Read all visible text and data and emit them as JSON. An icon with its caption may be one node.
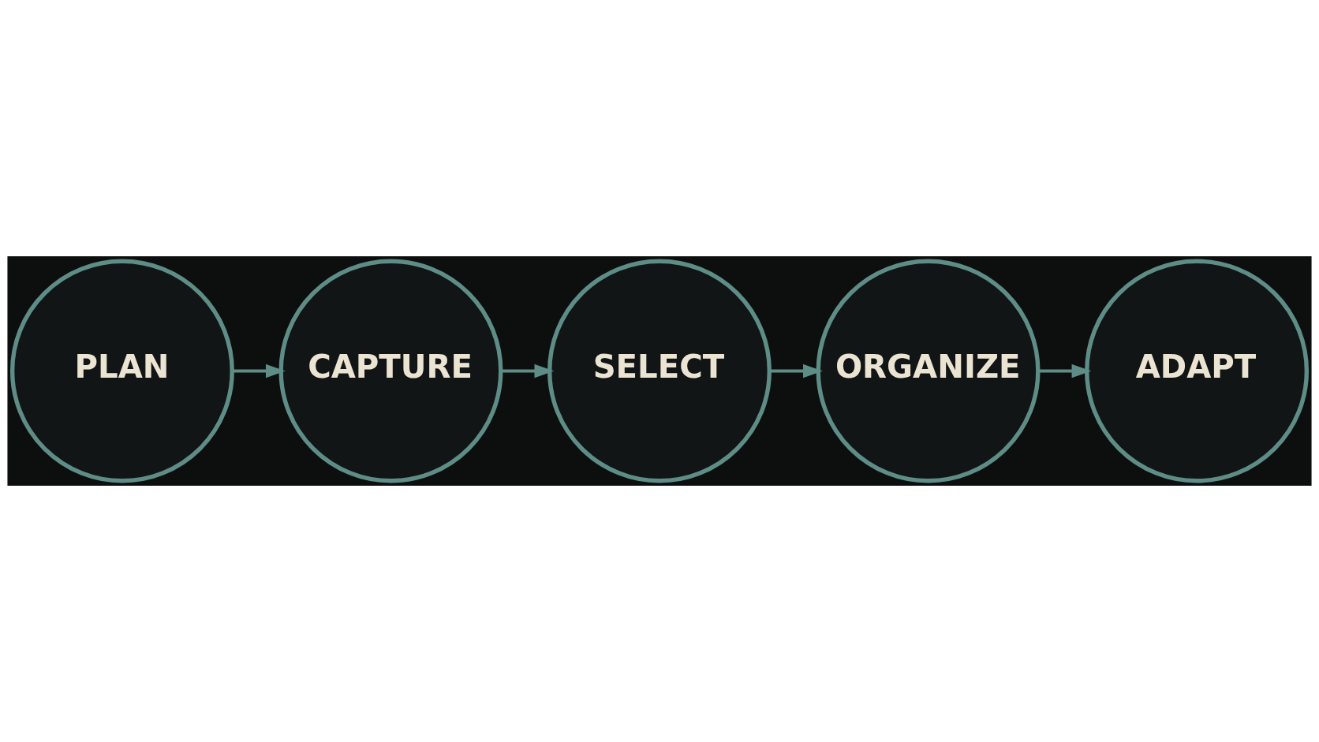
{
  "diagram": {
    "nodes": [
      {
        "text": [
          "PLAN"
        ]
      },
      {
        "text": [
          "CAPTURE"
        ]
      },
      {
        "text": [
          "SELECT"
        ]
      },
      {
        "text": [
          "ORGANIZE"
        ]
      },
      {
        "text": [
          "ADAPT"
        ]
      }
    ],
    "edges": [
      {
        "from": 0,
        "to": 1,
        "arrow": "to"
      },
      {
        "from": 1,
        "to": 2,
        "arrow": "to"
      },
      {
        "from": 2,
        "to": 3,
        "arrow": "to"
      },
      {
        "from": 3,
        "to": 4,
        "arrow": "to"
      }
    ]
  }
}
